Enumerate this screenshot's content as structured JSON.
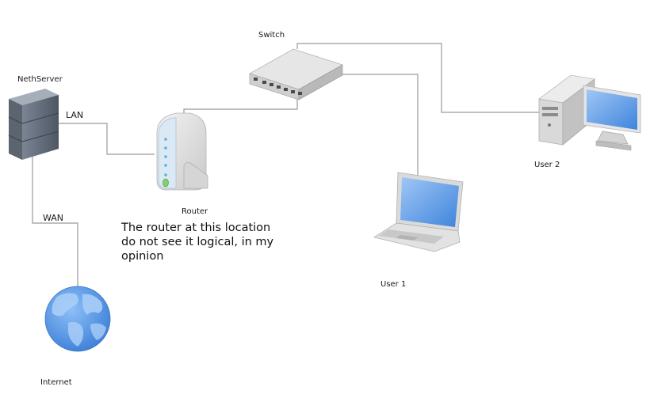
{
  "nodes": {
    "nethserver": {
      "label": "NethServer",
      "icon": "server-tower-icon"
    },
    "switch": {
      "label": "Switch",
      "icon": "network-switch-icon"
    },
    "router": {
      "label": "Router",
      "icon": "wifi-router-icon"
    },
    "user1": {
      "label": "User 1",
      "icon": "laptop-icon"
    },
    "user2": {
      "label": "User 2",
      "icon": "desktop-computer-icon"
    },
    "internet": {
      "label": "Internet",
      "icon": "globe-icon"
    }
  },
  "links": {
    "lan": "LAN",
    "wan": "WAN"
  },
  "annotation": "The router at this location do not see it logical, in my opinion",
  "colors": {
    "line": "#9a9a9a",
    "screen": "#6fa5e8",
    "globe": "#4f8fe0",
    "router_led": "#5ab0d8"
  }
}
